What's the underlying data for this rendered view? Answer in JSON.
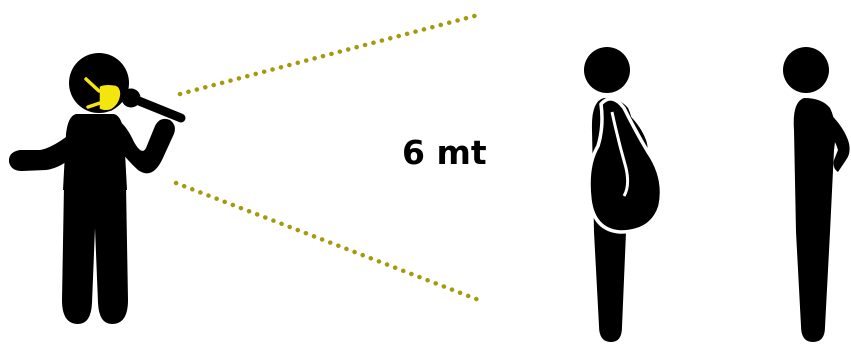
{
  "distance": {
    "label": "6 mt"
  },
  "figures": [
    {
      "name": "singer",
      "mask": true,
      "mask_color": "#F5E50F",
      "prop": "microphone"
    },
    {
      "name": "listener-with-bag",
      "prop": "shoulder-bag"
    },
    {
      "name": "listener"
    }
  ],
  "colors": {
    "figure": "#000000",
    "mask": "#F5E50F",
    "sound_cone": "#A59A0C",
    "background": "#FFFFFF"
  },
  "icons": [
    "person-singing-icon",
    "face-mask-icon",
    "microphone-icon",
    "person-with-bag-icon",
    "shoulder-bag-icon",
    "person-icon"
  ]
}
